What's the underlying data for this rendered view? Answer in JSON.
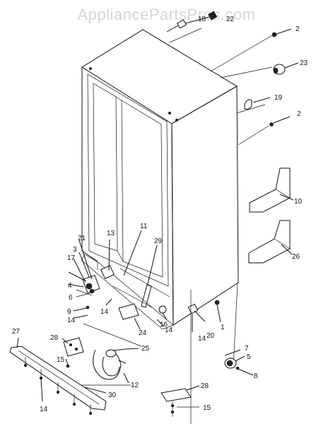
{
  "watermark": "AppliancePartsPros.com",
  "colors": {
    "ink": "#111111",
    "paper": "#ffffff",
    "watermark": "#d6d6d6"
  },
  "callouts": {
    "c1": "1",
    "c2a": "2",
    "c2b": "2",
    "c3": "3",
    "c4": "4",
    "c5": "5",
    "c6": "6",
    "c7": "7",
    "c8": "8",
    "c9": "9",
    "c10": "10",
    "c11": "11",
    "c12": "12",
    "c13": "13",
    "c14a": "14",
    "c14b": "14",
    "c14c": "14",
    "c14d": "14",
    "c14e": "14",
    "c15a": "15",
    "c15b": "15",
    "c16": "16",
    "c17": "17",
    "c18": "18",
    "c19": "19",
    "c20": "20",
    "c21": "21",
    "c22": "22",
    "c23": "23",
    "c24": "24",
    "c25": "25",
    "c26": "26",
    "c27": "27",
    "c28a": "28",
    "c28b": "28",
    "c29": "29",
    "c30": "30"
  }
}
